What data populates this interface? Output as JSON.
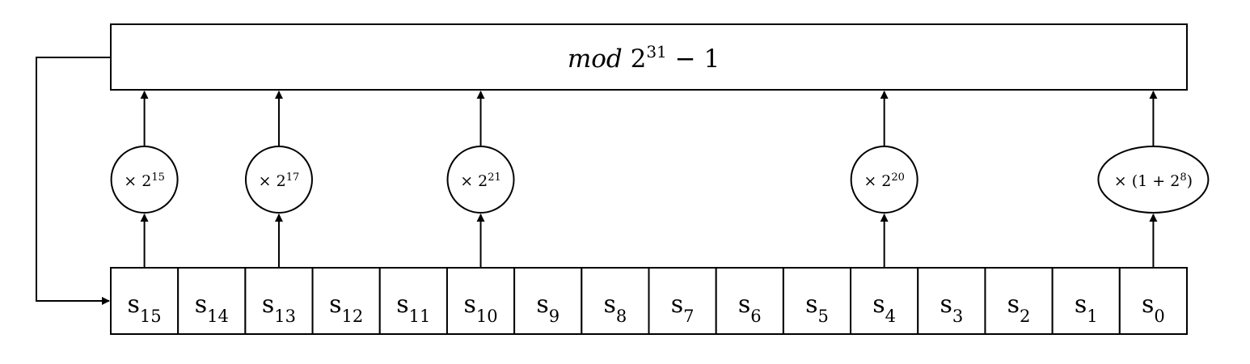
{
  "mod_box": {
    "text_italic": "mod",
    "base": "2",
    "exponent": "31",
    "suffix": "− 1"
  },
  "registers": [
    {
      "base": "s",
      "sub": "15"
    },
    {
      "base": "s",
      "sub": "14"
    },
    {
      "base": "s",
      "sub": "13"
    },
    {
      "base": "s",
      "sub": "12"
    },
    {
      "base": "s",
      "sub": "11"
    },
    {
      "base": "s",
      "sub": "10"
    },
    {
      "base": "s",
      "sub": "9"
    },
    {
      "base": "s",
      "sub": "8"
    },
    {
      "base": "s",
      "sub": "7"
    },
    {
      "base": "s",
      "sub": "6"
    },
    {
      "base": "s",
      "sub": "5"
    },
    {
      "base": "s",
      "sub": "4"
    },
    {
      "base": "s",
      "sub": "3"
    },
    {
      "base": "s",
      "sub": "2"
    },
    {
      "base": "s",
      "sub": "1"
    },
    {
      "base": "s",
      "sub": "0"
    }
  ],
  "multipliers": [
    {
      "register_index": 0,
      "shape": "circle",
      "prefix": "× 2",
      "sup": "15",
      "suffix": ""
    },
    {
      "register_index": 2,
      "shape": "circle",
      "prefix": "× 2",
      "sup": "17",
      "suffix": ""
    },
    {
      "register_index": 5,
      "shape": "circle",
      "prefix": "× 2",
      "sup": "21",
      "suffix": ""
    },
    {
      "register_index": 11,
      "shape": "circle",
      "prefix": "× 2",
      "sup": "20",
      "suffix": ""
    },
    {
      "register_index": 15,
      "shape": "ellipse",
      "prefix": "× (1 + 2",
      "sup": "8",
      "suffix": ")"
    }
  ]
}
